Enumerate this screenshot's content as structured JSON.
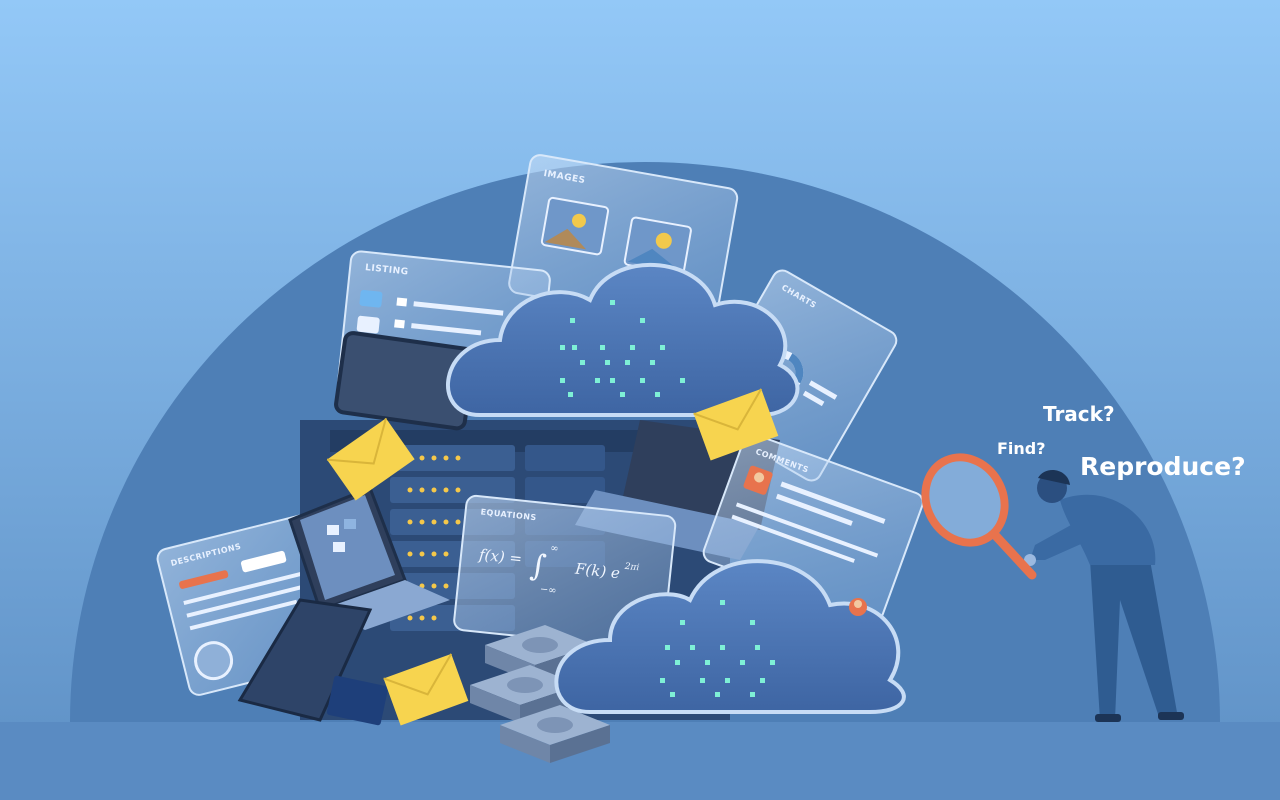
{
  "illustration": {
    "panels": {
      "images": "IMAGES",
      "listing": "LISTING",
      "charts": "CHARTS",
      "comments": "COMMENTS",
      "equations": "EQUATIONS",
      "descriptions": "DESCRIPTIONS"
    },
    "equation": {
      "lhs": "f(x) =",
      "upper": "∞",
      "lower": "−∞",
      "integrand": "F(k) e",
      "exponent": "2πi"
    },
    "questions": {
      "track": "Track?",
      "find": "Find?",
      "reproduce": "Reproduce?"
    },
    "colors": {
      "sky_top": "#93c8f7",
      "sky_bottom": "#5d8fc4",
      "dome": "#4e7fb6",
      "server_dark": "#2c4a76",
      "cloud": "#4a73b0",
      "cloud_dots": "#7ef0d6",
      "envelope": "#f7d44f",
      "magnifier": "#e8734d",
      "person": "#2f5c91"
    }
  }
}
